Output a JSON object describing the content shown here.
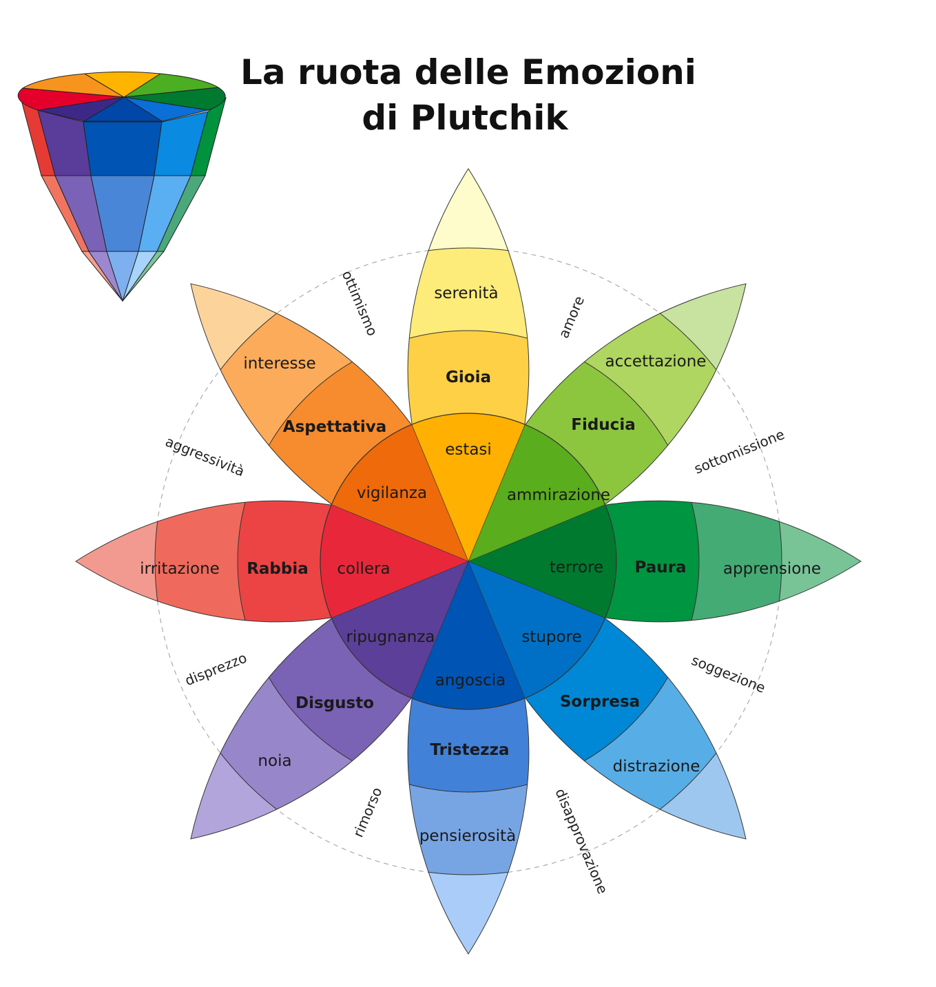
{
  "title": {
    "line1": "La ruota delle Emozioni",
    "line2": "di Plutchik"
  },
  "petals": [
    {
      "primary": "Paura",
      "intense": "terrore",
      "mild": "apprensione",
      "colors": {
        "inner": "#007a2e",
        "primary": "#009540",
        "mild": "#45ab74",
        "tip": "#78c496"
      }
    },
    {
      "primary": "Fiducia",
      "intense": "ammirazione",
      "mild": "accettazione",
      "colors": {
        "inner": "#5aad1c",
        "primary": "#8cc63f",
        "mild": "#afd660",
        "tip": "#c8e2a0"
      }
    },
    {
      "primary": "Gioia",
      "intense": "estasi",
      "mild": "serenità",
      "colors": {
        "inner": "#ffb000",
        "primary": "#fdd046",
        "mild": "#fdeb7a",
        "tip": "#fffccc"
      }
    },
    {
      "primary": "Aspettativa",
      "intense": "vigilanza",
      "mild": "interesse",
      "colors": {
        "inner": "#ef6a0a",
        "primary": "#f68c2e",
        "mild": "#fbab5a",
        "tip": "#fdd39c"
      }
    },
    {
      "primary": "Rabbia",
      "intense": "collera",
      "mild": "irritazione",
      "colors": {
        "inner": "#e8283a",
        "primary": "#ec4444",
        "mild": "#ef6a5c",
        "tip": "#f39a90"
      }
    },
    {
      "primary": "Disgusto",
      "intense": "ripugnanza",
      "mild": "noia",
      "colors": {
        "inner": "#5c3f98",
        "primary": "#7a62b4",
        "mild": "#9886cb",
        "tip": "#b2a5dc"
      }
    },
    {
      "primary": "Tristezza",
      "intense": "angoscia",
      "mild": "pensierosità",
      "colors": {
        "inner": "#0054b4",
        "primary": "#4281d8",
        "mild": "#77a5e4",
        "tip": "#a9cdf8"
      }
    },
    {
      "primary": "Sorpresa",
      "intense": "stupore",
      "mild": "distrazione",
      "colors": {
        "inner": "#0070c6",
        "primary": "#0088d6",
        "mild": "#57aee6",
        "tip": "#9dc7ee"
      }
    }
  ],
  "dyads": [
    "sottomissione",
    "amore",
    "ottimismo",
    "aggressività",
    "disprezzo",
    "rimorso",
    "disapprovazione",
    "soggezione"
  ],
  "ring_color": "#aaaaaa",
  "outline_color": "#333333"
}
